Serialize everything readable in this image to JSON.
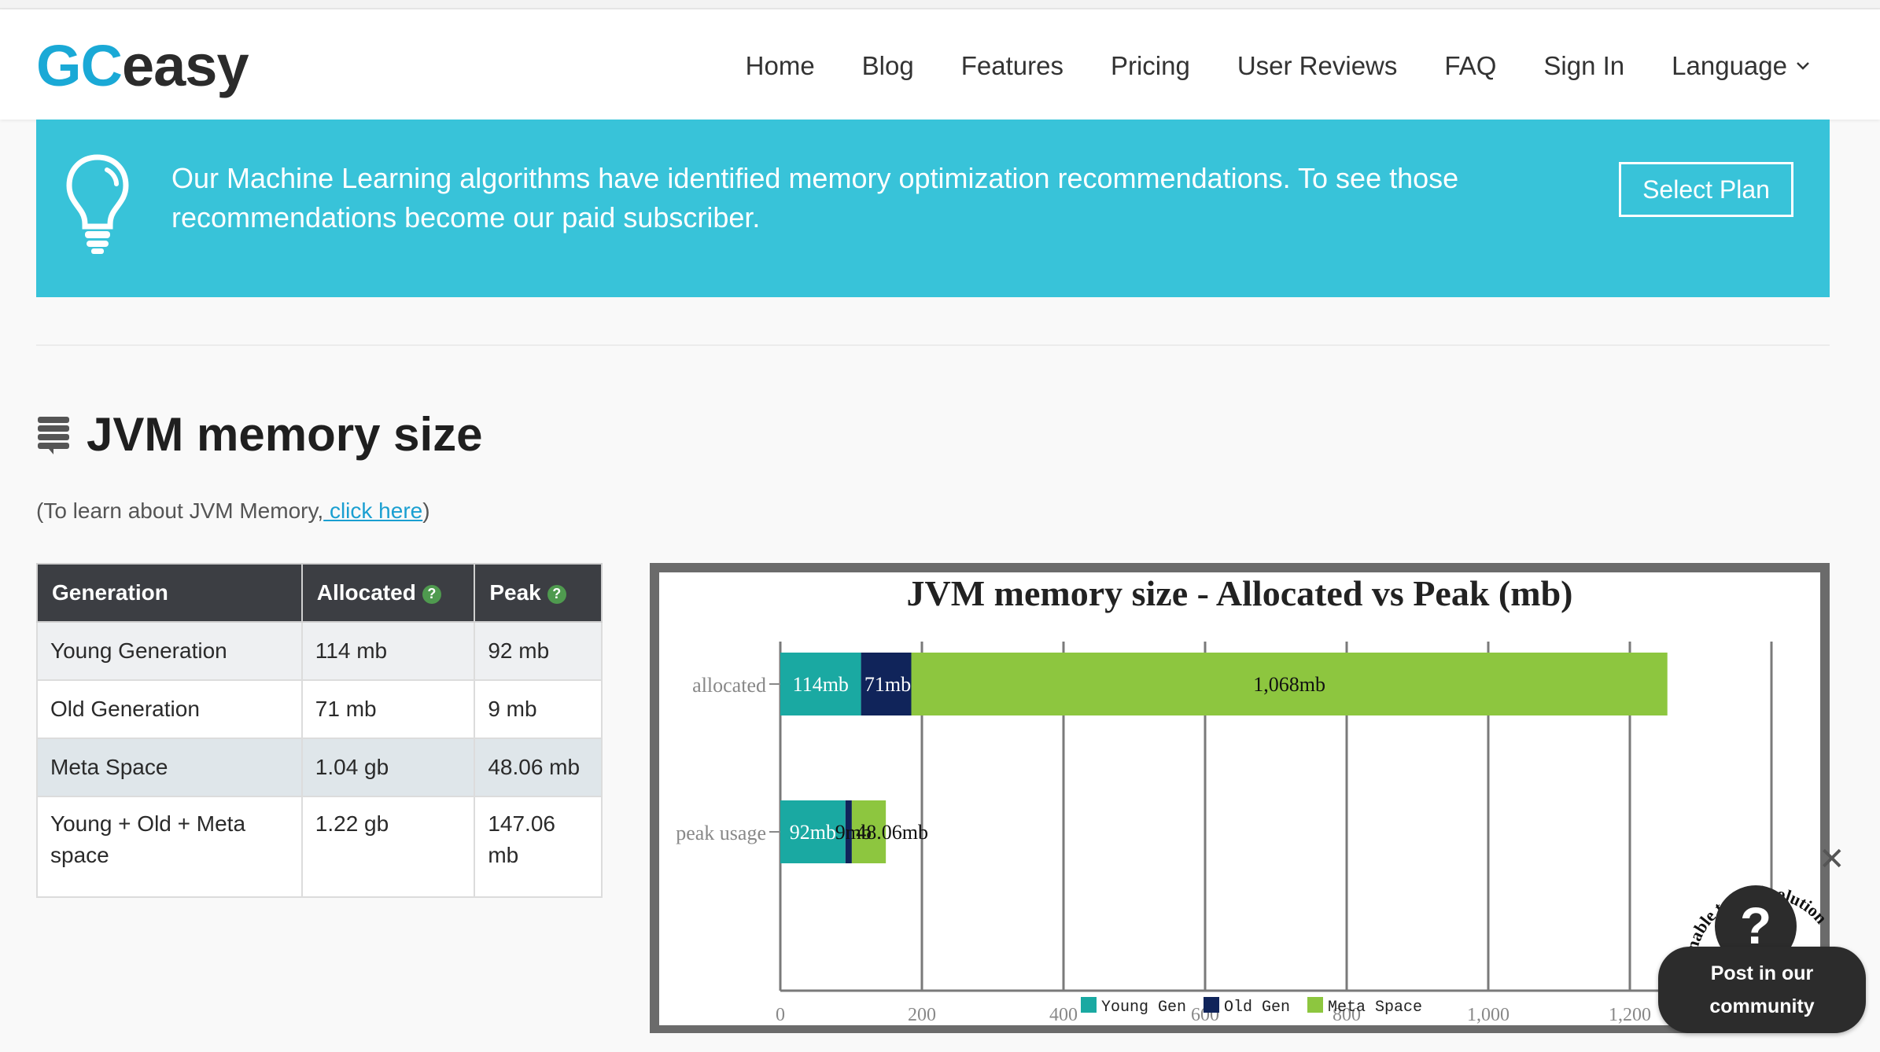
{
  "brand": {
    "logo_part1": "GC",
    "logo_part2": "easy"
  },
  "nav": {
    "items": [
      "Home",
      "Blog",
      "Features",
      "Pricing",
      "User Reviews",
      "FAQ",
      "Sign In"
    ],
    "language_label": "Language"
  },
  "banner": {
    "text": "Our Machine Learning algorithms have identified memory optimization recommendations. To see those recommendations become our paid subscriber.",
    "button_label": "Select Plan"
  },
  "section": {
    "title": "JVM memory size",
    "learn_prefix": "(To learn about JVM Memory,",
    "learn_link": " click here",
    "learn_suffix": ")"
  },
  "table": {
    "headers": [
      "Generation",
      "Allocated",
      "Peak"
    ],
    "help_glyph": "?",
    "rows": [
      [
        "Young Generation",
        "114 mb",
        "92 mb"
      ],
      [
        "Old Generation",
        "71 mb",
        "9 mb"
      ],
      [
        "Meta Space",
        "1.04 gb",
        "48.06 mb"
      ],
      [
        "Young + Old + Meta space",
        "1.22 gb",
        "147.06 mb"
      ]
    ]
  },
  "chart_data": {
    "type": "bar",
    "orientation": "horizontal",
    "stacked": true,
    "title": "JVM memory size - Allocated vs Peak (mb)",
    "categories": [
      "allocated",
      "peak usage"
    ],
    "series": [
      {
        "name": "Young Gen",
        "values": [
          114,
          92
        ],
        "labels": [
          "114mb",
          "92mb"
        ],
        "color": "#1aa9a2"
      },
      {
        "name": "Old Gen",
        "values": [
          71,
          9
        ],
        "labels": [
          "71mb",
          "9mb"
        ],
        "color": "#10245a"
      },
      {
        "name": "Meta Space",
        "values": [
          1068,
          48.06
        ],
        "labels": [
          "1,068mb",
          "48.06mb"
        ],
        "color": "#8dc63f"
      }
    ],
    "xlim": [
      0,
      1400
    ],
    "xticks": [
      0,
      200,
      400,
      600,
      800,
      1000,
      1200,
      1400
    ],
    "xtick_labels": [
      "0",
      "200",
      "400",
      "600",
      "800",
      "1,000",
      "1,200",
      ""
    ],
    "legend_position": "bottom",
    "grid": true
  },
  "chat": {
    "ring_text": "Unable to find solution",
    "question": "?",
    "bubble_line1": "Post in our",
    "bubble_line2": "community",
    "close_glyph": "✕"
  },
  "colors": {
    "accent": "#38c3d9",
    "link": "#1a9fd1",
    "table_header": "#3c3e43"
  }
}
